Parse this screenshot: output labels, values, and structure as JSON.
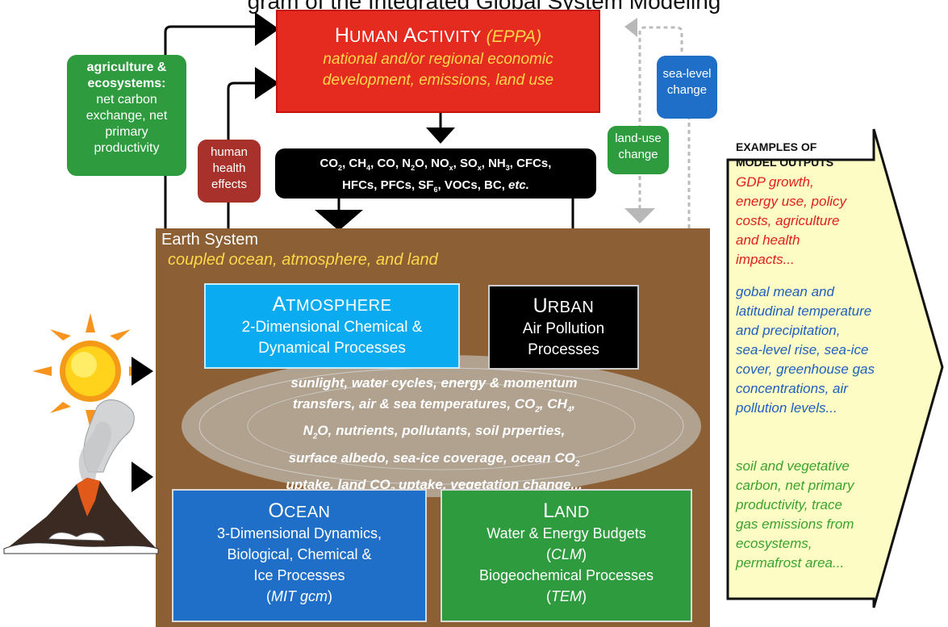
{
  "page_title": "gram of the Integrated Global System Modeling",
  "human_activity": {
    "title_prefix": "H",
    "title_rest": "UMAN ",
    "title_word2_initial": "A",
    "title_word2_rest": "CTIVITY",
    "title_model": "(EPPA)",
    "desc_line1": "national and/or regional economic",
    "desc_line2": "development, emissions, land use"
  },
  "feedbacks": {
    "agri_title1": "agriculture &",
    "agri_title2": "ecosystems:",
    "agri_line1": "net carbon",
    "agri_line2": "exchange, net",
    "agri_line3": "primary",
    "agri_line4": "productivity",
    "health_line1": "human",
    "health_line2": "health",
    "health_line3": "effects",
    "sealevel_line1": "sea-level",
    "sealevel_line2": "change",
    "landuse_line1": "land-use",
    "landuse_line2": "change"
  },
  "emissions": {
    "co2": "CO",
    "co2_sub": "2",
    "ch4": "CH",
    "ch4_sub": "4",
    "co": "CO",
    "n2o_a": "N",
    "n2o_sub": "2",
    "n2o_b": "O",
    "nox": "NO",
    "nox_sub": "x",
    "sox": "SO",
    "sox_sub": "x",
    "nh3": "NH",
    "nh3_sub": "3",
    "cfcs": "CFCs",
    "hfcs": "HFCs",
    "pfcs": "PFCs",
    "sf6": "SF",
    "sf6_sub": "6",
    "vocs": "VOCs",
    "bc": "BC",
    "etc": "etc."
  },
  "earth_system": {
    "title": "Earth System",
    "subtitle": "coupled ocean, atmosphere, and land"
  },
  "atmosphere": {
    "initial": "A",
    "rest": "TMOSPHERE",
    "line1": "2-Dimensional Chemical &",
    "line2": "Dynamical Processes"
  },
  "urban": {
    "initial": "U",
    "rest": "RBAN",
    "line1": "Air Pollution",
    "line2": "Processes"
  },
  "processes": {
    "l1": "sunlight, water cycles, energy & momentum",
    "l2a": "transfers, air & sea temperatures, CO",
    "l2b": ", CH",
    "l2c": ",",
    "l3a": "N",
    "l3b": "O, nutrients, pollutants, soil prperties,",
    "l4a": "surface albedo, sea-ice coverage, ocean CO",
    "l5a": "uptake, land CO",
    "l5b": " uptake, vegetation change...",
    "sub2": "2",
    "sub4": "4"
  },
  "ocean": {
    "initial": "O",
    "rest": "CEAN",
    "line1": "3-Dimensional Dynamics,",
    "line2": "Biological, Chemical &",
    "line3": "Ice Processes",
    "model": "MIT gcm",
    "model_open": "(",
    "model_close": ")"
  },
  "land": {
    "initial": "L",
    "rest": "AND",
    "line1": "Water & Energy Budgets",
    "model1": "CLM",
    "line3": "Biogeochemical Processes",
    "model2": "TEM",
    "open": "(",
    "close": ")"
  },
  "examples": {
    "title_line1": "EXAMPLES OF",
    "title_line2": "MODEL OUTPUTS",
    "red_l1": "GDP growth,",
    "red_l2": "energy use, policy",
    "red_l3": "costs, agriculture",
    "red_l4": "and health",
    "red_l5": "impacts...",
    "blue_l1": "gobal mean and",
    "blue_l2": "latitudinal temperature",
    "blue_l3": "and precipitation,",
    "blue_l4": "sea-level rise, sea-ice",
    "blue_l5": "cover, greenhouse gas",
    "blue_l6": "concentrations, air",
    "blue_l7": "pollution levels...",
    "green_l1": "soil and vegetative",
    "green_l2": "carbon, net primary",
    "green_l3": "productivity, trace",
    "green_l4": "gas emissions from",
    "green_l5": "ecosystems,",
    "green_l6": "permafrost area..."
  },
  "colors": {
    "human_red": "#e52a1f",
    "highlight_yellow": "#ffd84a",
    "agri_green": "#2f9b3f",
    "health_red": "#a8322b",
    "ocean_blue": "#1f6fc8",
    "atmos_cyan": "#0aabf0",
    "earth_brown": "#8c5f34",
    "outputs_panel": "#fdfcc4"
  }
}
